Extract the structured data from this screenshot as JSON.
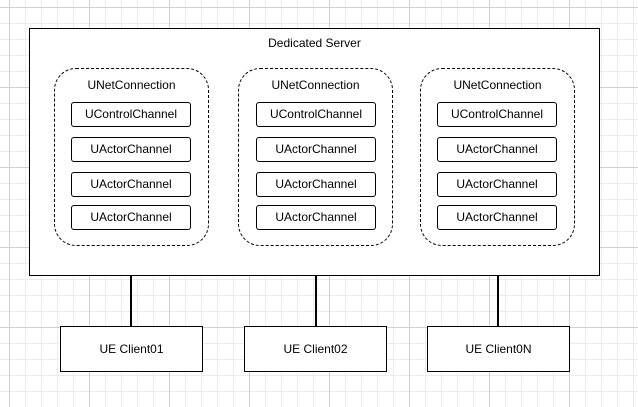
{
  "server": {
    "title": "Dedicated Server"
  },
  "connections": [
    {
      "title": "UNetConnection",
      "channels": [
        "UControlChannel",
        "UActorChannel",
        "UActorChannel",
        "UActorChannel"
      ]
    },
    {
      "title": "UNetConnection",
      "channels": [
        "UControlChannel",
        "UActorChannel",
        "UActorChannel",
        "UActorChannel"
      ]
    },
    {
      "title": "UNetConnection",
      "channels": [
        "UControlChannel",
        "UActorChannel",
        "UActorChannel",
        "UActorChannel"
      ]
    }
  ],
  "clients": [
    "UE Client01",
    "UE Client02",
    "UE Client0N"
  ]
}
